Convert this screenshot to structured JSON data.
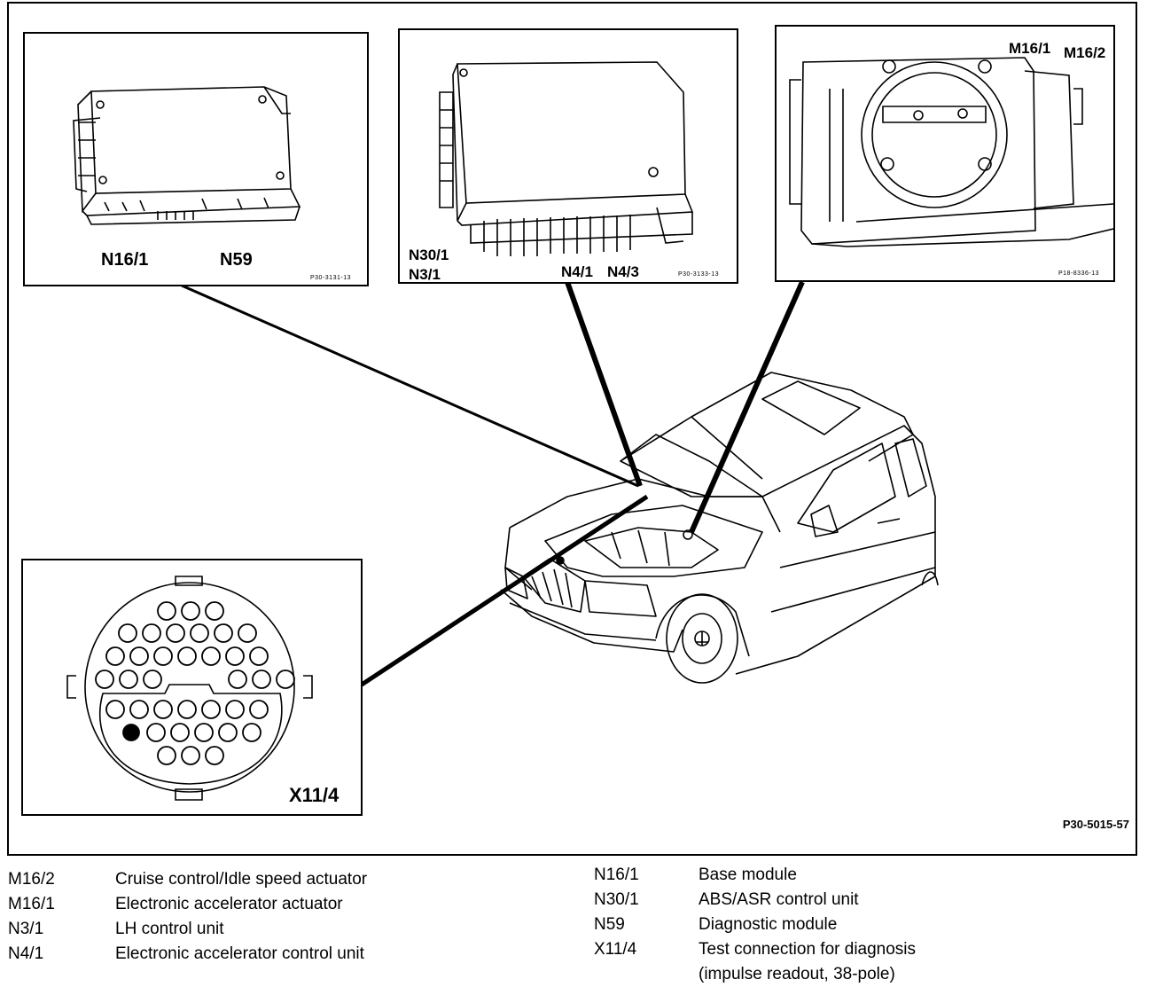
{
  "panels": {
    "modules_a": {
      "labels": [
        "N16/1",
        "N59"
      ],
      "code": "P30-3131-13"
    },
    "modules_b": {
      "labels": [
        "N30/1",
        "N3/1",
        "N4/1",
        "N4/3"
      ],
      "code": "P30-3133-13"
    },
    "throttle": {
      "labels": [
        "M16/1",
        "M16/2"
      ],
      "code": "P18-8336-13"
    },
    "connector": {
      "label": "X11/4"
    }
  },
  "figure_ref": "P30-5015-57",
  "legend": {
    "left": [
      {
        "code": "M16/2",
        "text": "Cruise control/Idle speed actuator"
      },
      {
        "code": "M16/1",
        "text": "Electronic accelerator actuator"
      },
      {
        "code": "N3/1",
        "text": "LH control unit"
      },
      {
        "code": "N4/1",
        "text": "Electronic accelerator control unit"
      }
    ],
    "right": [
      {
        "code": "N16/1",
        "text": "Base module"
      },
      {
        "code": "N30/1",
        "text": "ABS/ASR control unit"
      },
      {
        "code": "N59",
        "text": "Diagnostic module"
      },
      {
        "code": "X11/4",
        "text": "Test connection for diagnosis"
      }
    ],
    "right_cont": "(impulse readout, 38-pole)"
  },
  "colors": {
    "line": "#000000",
    "background": "#ffffff"
  }
}
